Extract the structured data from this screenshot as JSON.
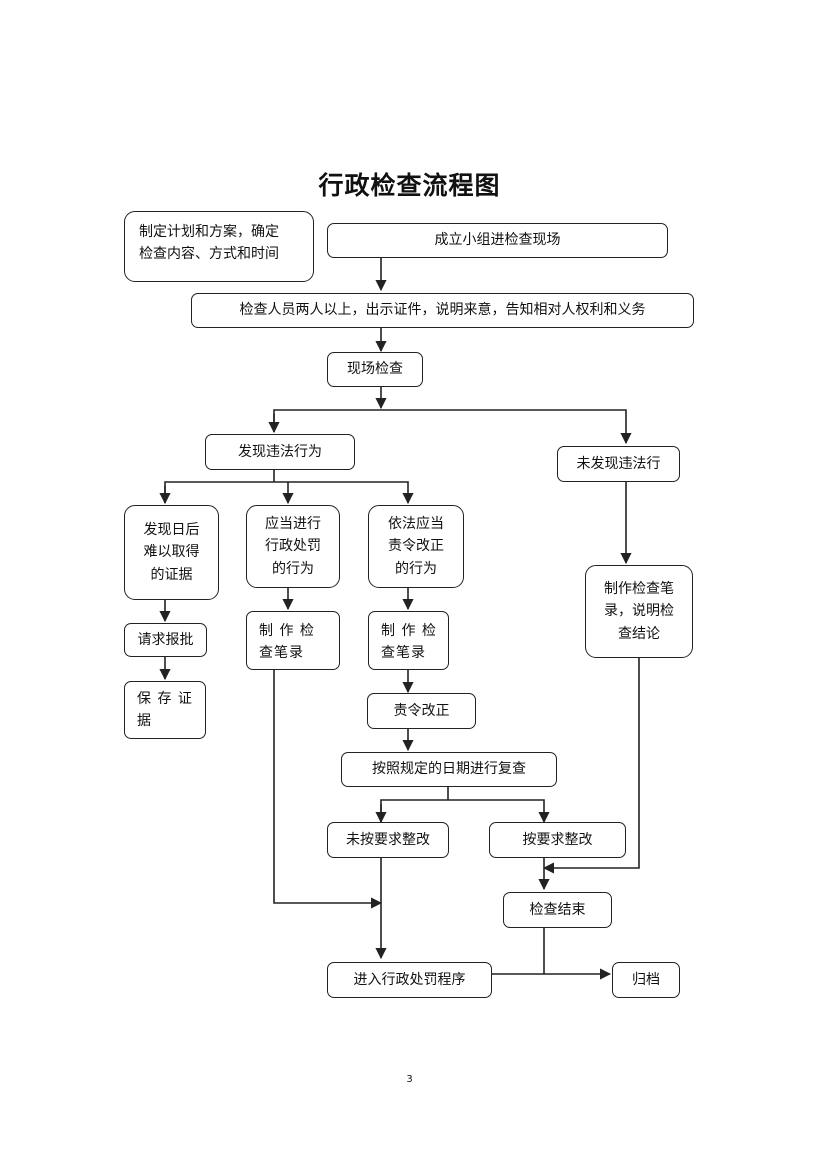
{
  "title": "行政检查流程图",
  "page_number": "3",
  "nodes": {
    "plan": "制定计划和方案，确定\n检查内容、方式和时间",
    "form_group": "成立小组进检查现场",
    "inform": "检查人员两人以上，出示证件，说明来意，告知相对人权利和义务",
    "onsite": "现场检查",
    "found": "发现违法行为",
    "not_found": "未发现违法行",
    "evidence": "发现日后\n难以取得\n的证据",
    "penalty_act": "应当进行\n行政处罚\n的行为",
    "correct_act": "依法应当\n责令改正\n的行为",
    "record_none": "制作检查笔\n录，说明检\n查结论",
    "request": "请求报批",
    "preserve": "保 存 证\n据",
    "record_a": "制 作 检\n查笔录",
    "record_b": "制 作 检\n查笔录",
    "order_correct": "责令改正",
    "recheck": "按照规定的日期进行复查",
    "not_corrected": "未按要求整改",
    "corrected": "按要求整改",
    "end": "检查结束",
    "penalty_proc": "进入行政处罚程序",
    "archive": "归档"
  },
  "colors": {
    "line": "#222222",
    "text": "#111111"
  }
}
